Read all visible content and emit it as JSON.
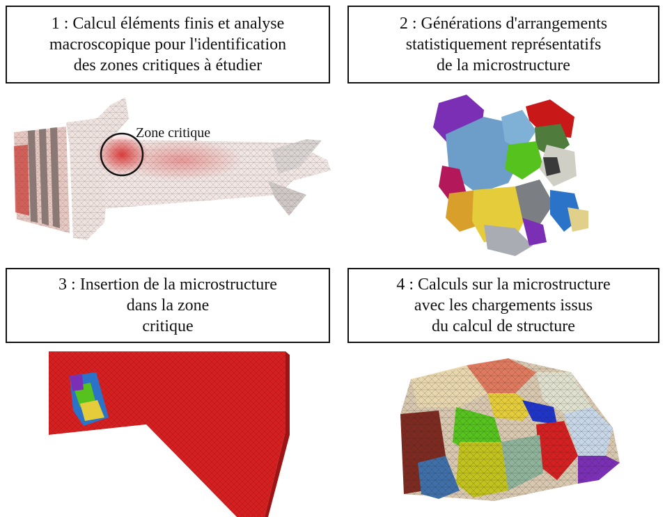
{
  "steps": [
    {
      "lines": [
        "1 : Calcul éléments finis et analyse",
        "macroscopique pour l'identification",
        "des zones critiques à étudier"
      ]
    },
    {
      "lines": [
        "2 : Générations d'arrangements",
        "statistiquement représentatifs",
        "de la microstructure"
      ]
    },
    {
      "lines": [
        "3 : Insertion de la microstructure",
        "dans la zone",
        "critique"
      ]
    },
    {
      "lines": [
        "4 : Calculs sur la microstructure",
        "avec les chargements issus",
        "du calcul de structure"
      ]
    }
  ],
  "annotation": {
    "label": "Zone critique"
  },
  "colors": {
    "mesh_red": "#d42020",
    "mesh_pale": "#f2e4e0",
    "grain_purple": "#7a2fb5",
    "grain_blue": "#6c9ec9",
    "grain_green": "#56c21e",
    "grain_yellow": "#e4cc3a",
    "grain_gray": "#a9adb3"
  }
}
